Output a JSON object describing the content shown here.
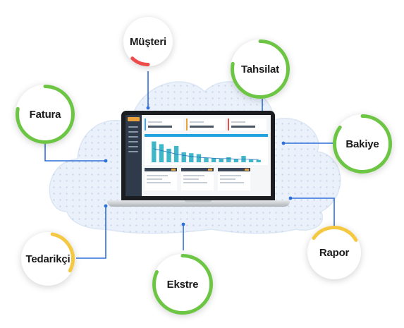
{
  "colors": {
    "connector": "#2f6fd8",
    "ring_green": "#6cc644",
    "ring_yellow": "#f5c842",
    "ring_red": "#ee4b4b",
    "cloud_fill": "#eaf1fa",
    "cloud_dots": "#b9c9e4",
    "accent_blue": "#20a3de",
    "sidebar": "#2f3b4a"
  },
  "nodes": [
    {
      "id": "musteri",
      "label": "Müşteri",
      "ring_color": "#ee4b4b",
      "ring_fraction": 0.12,
      "ring_start_deg": 180
    },
    {
      "id": "tahsilat",
      "label": "Tahsilat",
      "ring_color": "#6cc644",
      "ring_fraction": 0.78,
      "ring_start_deg": 0
    },
    {
      "id": "fatura",
      "label": "Fatura",
      "ring_color": "#6cc644",
      "ring_fraction": 0.78,
      "ring_start_deg": 0
    },
    {
      "id": "bakiye",
      "label": "Bakiye",
      "ring_color": "#6cc644",
      "ring_fraction": 0.85,
      "ring_start_deg": 0
    },
    {
      "id": "tedarikci",
      "label": "Tedarikçi",
      "ring_color": "#f5c842",
      "ring_fraction": 0.3,
      "ring_start_deg": 10
    },
    {
      "id": "rapor",
      "label": "Rapor",
      "ring_color": "#f5c842",
      "ring_fraction": 0.32,
      "ring_start_deg": 305
    },
    {
      "id": "ekstre",
      "label": "Ekstre",
      "ring_color": "#6cc644",
      "ring_fraction": 0.82,
      "ring_start_deg": 0
    }
  ],
  "dashboard": {
    "stat_colors": [
      "#3fa9f5",
      "#e9a23b",
      "#ee4b4b"
    ],
    "bar_values": [
      46,
      40,
      30,
      36,
      22,
      20,
      18,
      10,
      9,
      8,
      11,
      7,
      14,
      6,
      5
    ],
    "line_values": [
      30,
      26,
      22,
      18,
      15,
      13,
      11,
      10,
      9,
      8,
      8,
      7,
      7,
      6,
      6
    ]
  }
}
